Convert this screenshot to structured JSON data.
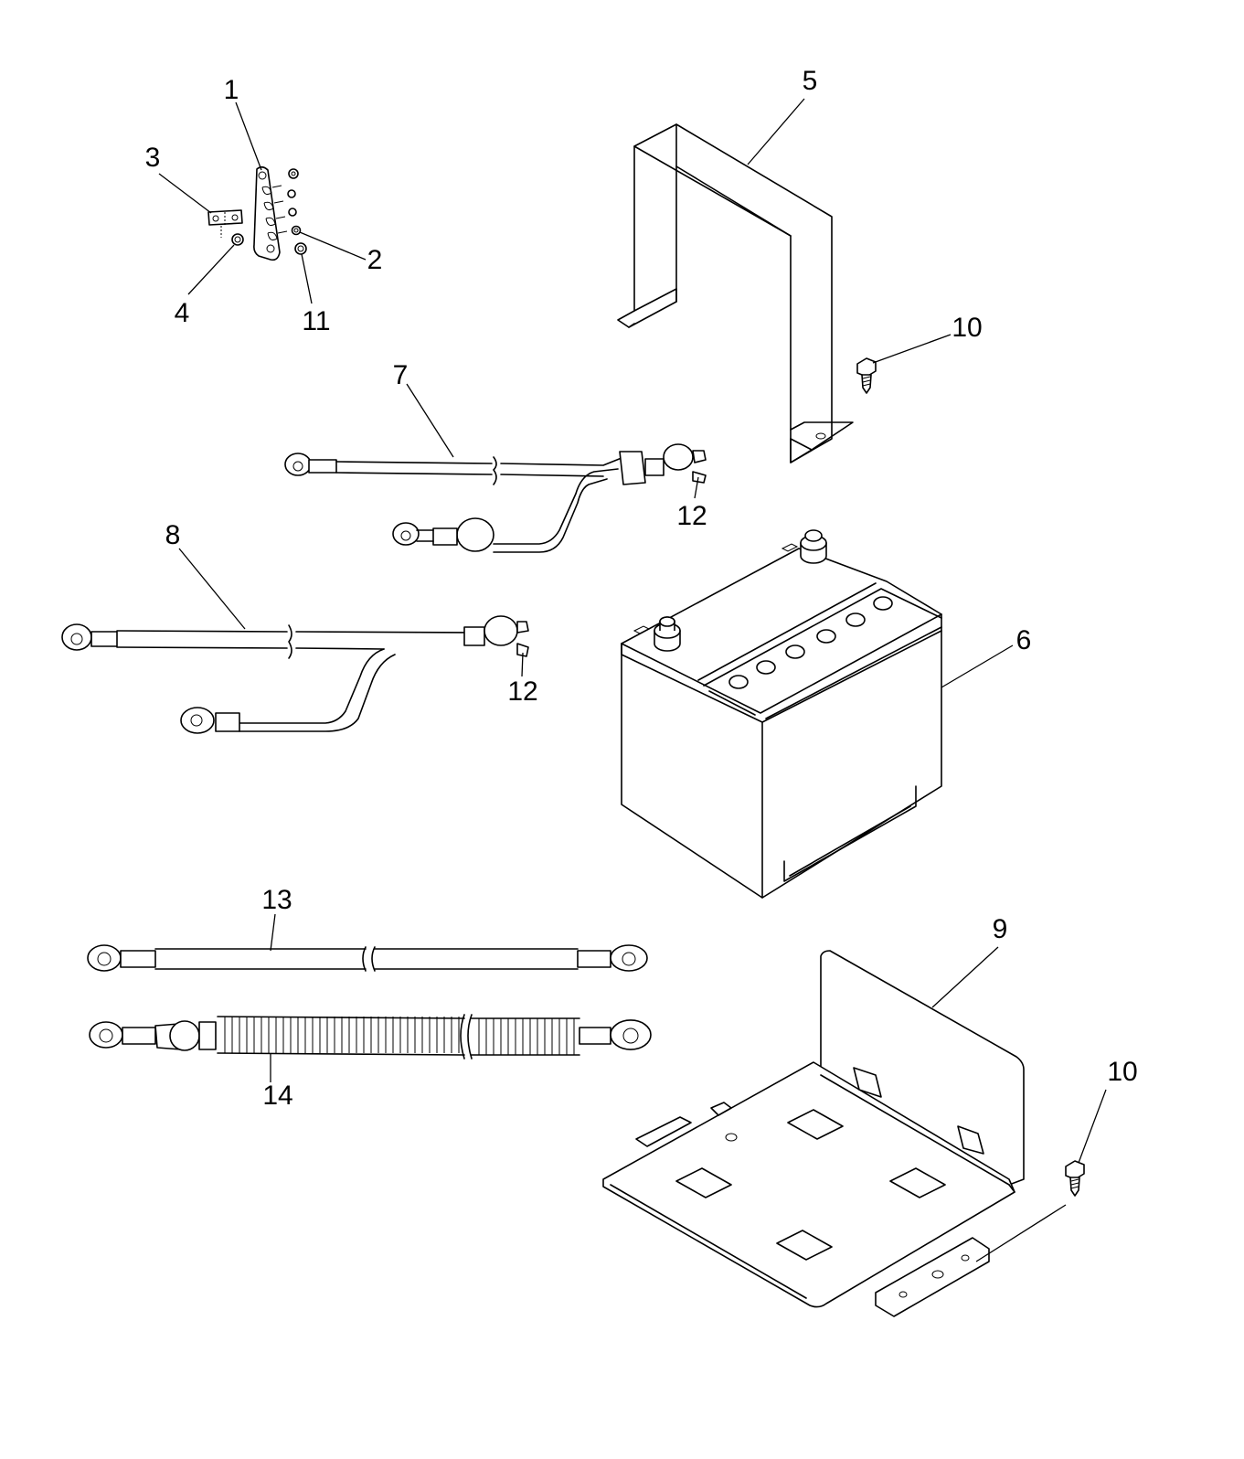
{
  "callouts": {
    "c1": "1",
    "c2": "2",
    "c3": "3",
    "c4": "4",
    "c5": "5",
    "c6": "6",
    "c7": "7",
    "c8": "8",
    "c9": "9",
    "c10a": "10",
    "c10b": "10",
    "c11": "11",
    "c12a": "12",
    "c12b": "12",
    "c13": "13",
    "c14": "14"
  },
  "parts": [
    {
      "callout": "1",
      "icon": "terminal-block-icon"
    },
    {
      "callout": "2",
      "icon": "nut-icon"
    },
    {
      "callout": "3",
      "icon": "bracket-icon"
    },
    {
      "callout": "4",
      "icon": "nut-icon"
    },
    {
      "callout": "5",
      "icon": "battery-hold-down-bracket-icon"
    },
    {
      "callout": "6",
      "icon": "battery-icon"
    },
    {
      "callout": "7",
      "icon": "battery-cable-icon"
    },
    {
      "callout": "8",
      "icon": "battery-cable-icon"
    },
    {
      "callout": "9",
      "icon": "battery-tray-icon"
    },
    {
      "callout": "10",
      "icon": "bolt-icon"
    },
    {
      "callout": "11",
      "icon": "nut-icon"
    },
    {
      "callout": "12",
      "icon": "terminal-clamp-icon"
    },
    {
      "callout": "13",
      "icon": "ground-cable-icon"
    },
    {
      "callout": "14",
      "icon": "braided-ground-strap-icon"
    }
  ]
}
